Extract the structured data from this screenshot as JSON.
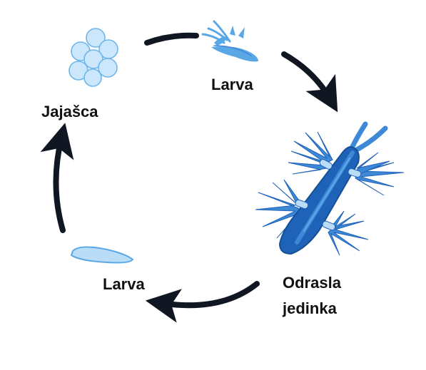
{
  "diagram": {
    "stages": {
      "eggs": {
        "label": "Jajašca",
        "icon": "eggs-icon"
      },
      "larva_top": {
        "label": "Larva",
        "icon": "larva-icon"
      },
      "adult": {
        "label_line1": "Odrasla",
        "label_line2": "jedinka",
        "icon": "sea-slug-icon"
      },
      "larva_bottom": {
        "label": "Larva",
        "icon": "larva-juvenile-icon"
      }
    },
    "colors": {
      "arrow": "#101622",
      "egg_fill": "#cce7fb",
      "egg_stroke": "#6db6ea",
      "larva_blue": "#5aa7e6",
      "slug_dark": "#1f63b8",
      "slug_mid": "#3e88d8",
      "slug_light": "#b9dcf7",
      "text": "#111111"
    }
  }
}
